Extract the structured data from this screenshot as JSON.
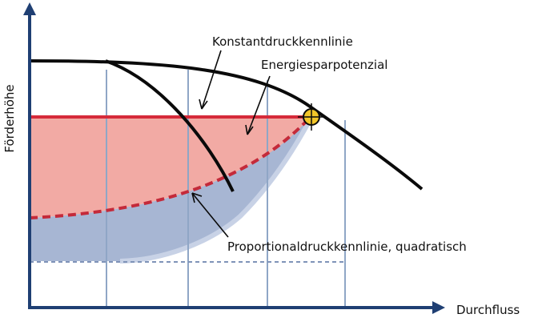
{
  "labels": {
    "y_axis": "Förderhöhe",
    "x_axis": "Durchfluss",
    "constant_pressure": "Konstantdruckkennlinie",
    "energy_saving": "Energiesparpotenzial",
    "proportional": "Proportionaldruckkennlinie, quadratisch"
  },
  "colors": {
    "axis": "#1f3f73",
    "grid": "#8fa6c6",
    "curve": "#0a0a0a",
    "constant_line": "#d62a3a",
    "dashed_red": "#c42a3a",
    "saving_fill": "#f2aaa4",
    "proportional_fill": "#a7b6d3",
    "proportional_edge": "#c8d2e6",
    "operating_point": "#f2c629",
    "baseline_dash": "#7f93b8"
  },
  "icons": {
    "operating_point": "crosshair-circle-icon"
  }
}
